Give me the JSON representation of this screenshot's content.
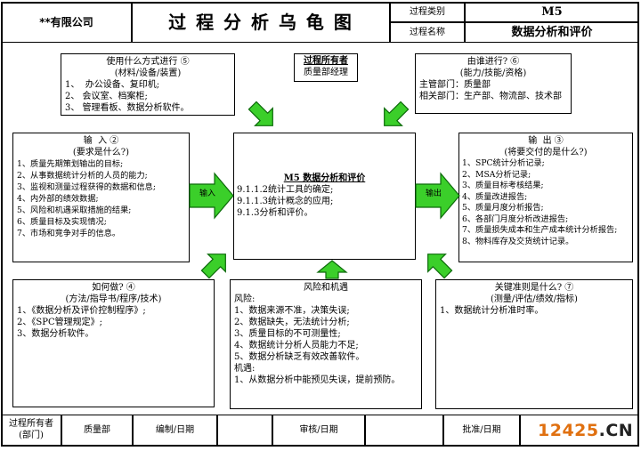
{
  "header": {
    "company": "**有限公司",
    "title": "过 程 分 析 乌 龟 图",
    "process_type_label": "过程类别",
    "process_type_value": "M5",
    "process_name_label": "过程名称",
    "process_name_value": "数据分析和评价"
  },
  "top_left": {
    "title": "使用什么方式进行 ⑤",
    "subtitle": "(材料/设备/装置)",
    "items": [
      "1、  办公设备、复印机;",
      "2、 会议室、档案柜;",
      "3、 管理看板、数据分析软件。"
    ]
  },
  "owner_box": {
    "title": "过程所有者",
    "value": "质量部经理"
  },
  "top_right": {
    "title": "由谁进行? ⑥",
    "subtitle": "(能力/技能/资格)",
    "items": [
      "主管部门：质量部",
      "相关部门：生产部、物流部、技术部"
    ]
  },
  "input": {
    "title": "输  入 ②",
    "subtitle": "(要求是什么?)",
    "items": [
      "1、质量先期策划输出的目标;",
      "2、从事数据统计分析的人员的能力;",
      "3、监视和测量过程获得的数据和信息;",
      "4、内外部的绩效数据;",
      "5、风险和机遇采取措施的结果;",
      "6、质量目标及实现情况;",
      "7、市场和竞争对手的信息。"
    ],
    "arrow_label": "输入"
  },
  "center": {
    "title": "M5 数据分析和评价",
    "items": [
      "9.1.1.2统计工具的确定;",
      "9.1.1.3统计概念的应用;",
      "9.1.3分析和评价。"
    ]
  },
  "output": {
    "title": "输  出 ③",
    "subtitle": "(将要交付的是什么?)",
    "items": [
      "1、SPC统计分析记录;",
      "2、MSA分析记录;",
      "3、质量目标考核结果;",
      "4、质量改进报告;",
      "5、质量月度分析报告;",
      "6、各部门月度分析改进报告;",
      "7、质量损失成本和生产成本统计分析报告;",
      "8、物料库存及交货统计记录。"
    ],
    "arrow_label": "输出"
  },
  "bottom_left": {
    "title": "如何做? ④",
    "subtitle": "(方法/指导书/程序/技术)",
    "items": [
      "1、《数据分析及评价控制程序》;",
      "2、《SPC管理规定》;",
      "3、数据分析软件。"
    ]
  },
  "bottom_center": {
    "title": "风险和机遇",
    "items": [
      "风险:",
      "1、数据来源不准，决策失误;",
      "2、数据缺失，无法统计分析;",
      "3、质量目标的不可测量性;",
      "4、数据统计分析人员能力不足;",
      "5、数据分析缺乏有效改善软件。",
      "机遇:",
      "1、从数据分析中能预见失误，提前预防。"
    ]
  },
  "bottom_right": {
    "title": "关键准则是什么? ⑦",
    "subtitle": "(测量/评估/绩效/指标)",
    "items": [
      "1、数据统计分析准时率。"
    ]
  },
  "footer": {
    "owner_label_line1": "过程所有者",
    "owner_label_line2": "(部门)",
    "owner_value": "质量部",
    "prepared_label": "编制/日期",
    "reviewed_label": "审核/日期",
    "approved_label": "批准/日期"
  },
  "watermark": "12425.CN",
  "colors": {
    "arrow_fill": "#3bcf2a",
    "arrow_stroke": "#0c6a0a",
    "watermark_orange": "#e07010",
    "watermark_dark": "#222222"
  }
}
